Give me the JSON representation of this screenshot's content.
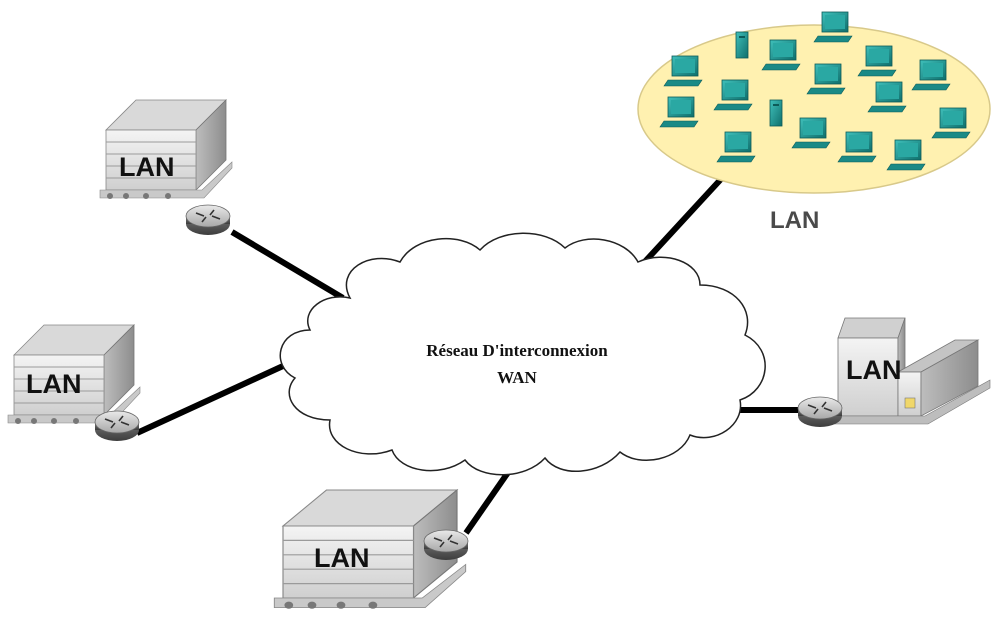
{
  "cloud": {
    "line1": "Réseau D'interconnexion",
    "line2": "WAN"
  },
  "nodes": {
    "lan_top_left": "LAN",
    "lan_mid_left": "LAN",
    "lan_bottom": "LAN",
    "lan_right": "LAN",
    "lan_top_right": "LAN"
  },
  "colors": {
    "lan_ellipse_fill": "#fff1b0",
    "lan_ellipse_stroke": "#d8c98a",
    "computer_teal": "#1f9a96",
    "cloud_stroke": "#222222",
    "link": "#000000"
  },
  "icons": {
    "building": "building-icon",
    "router": "router-icon",
    "computer": "computer-icon",
    "tower": "server-tower-icon"
  }
}
